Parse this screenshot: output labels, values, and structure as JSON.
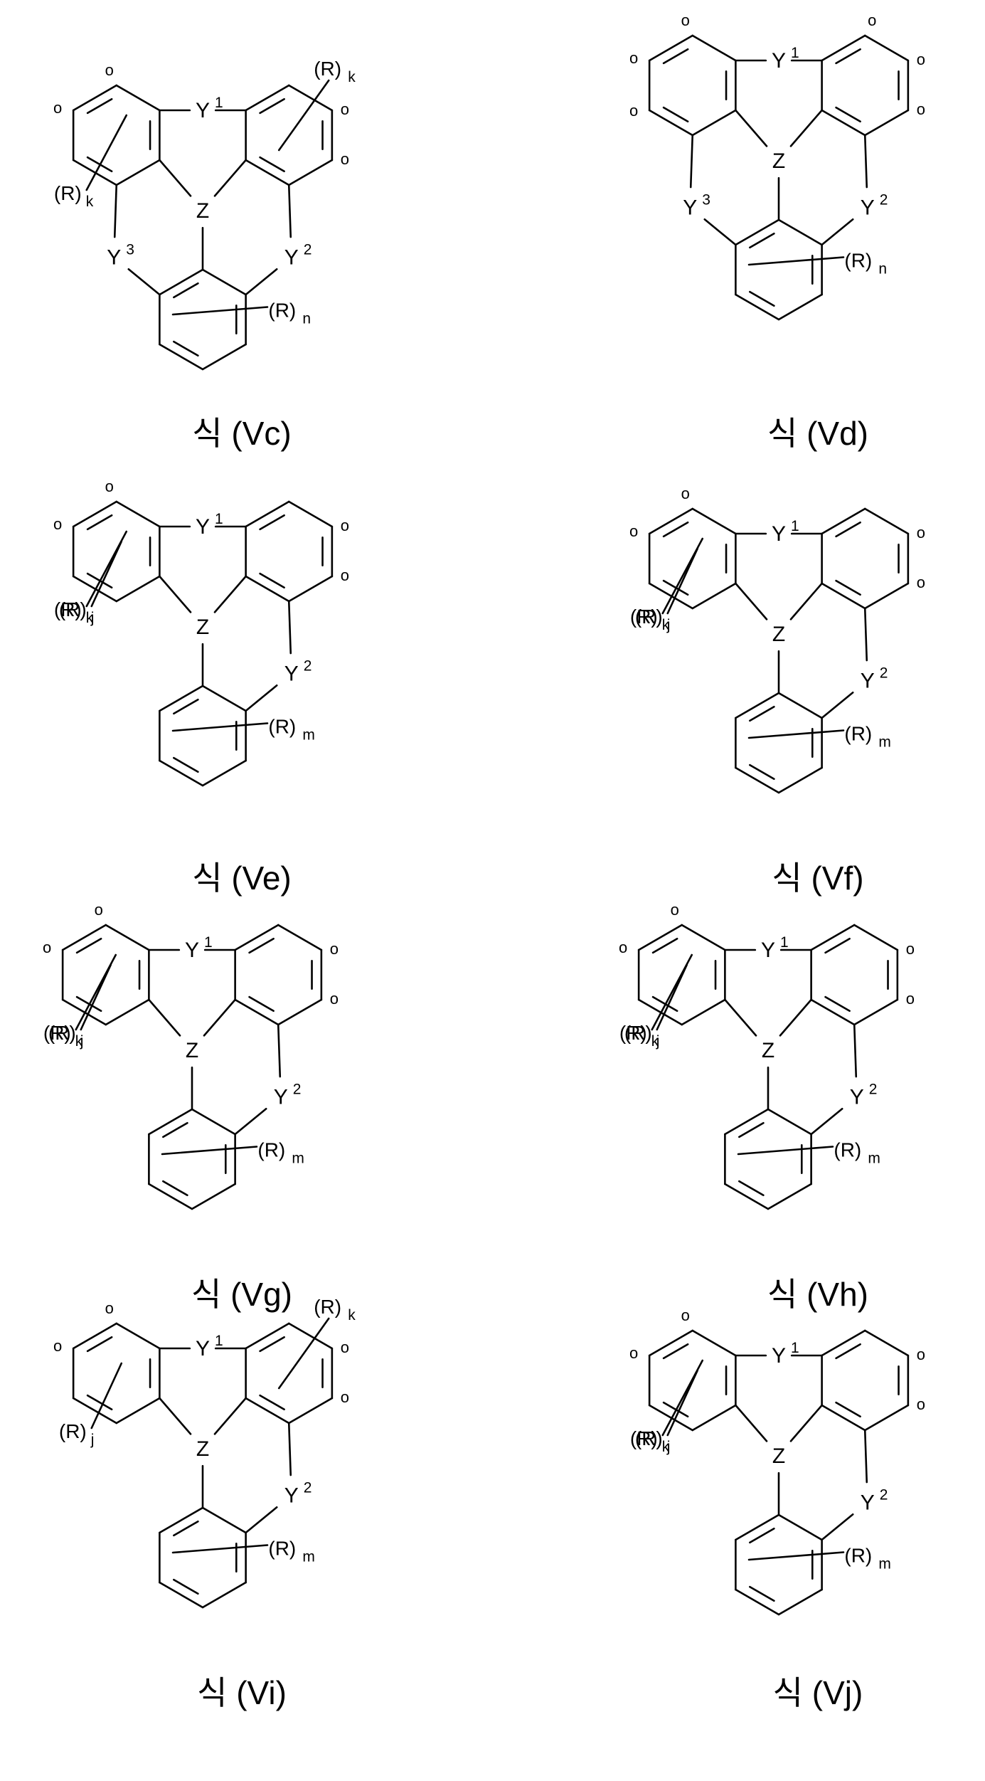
{
  "caption_prefix": "식",
  "structures": [
    {
      "label": "(Vc)",
      "atoms": {
        "y1": "Y",
        "y1_sup": "1",
        "y2": "Y",
        "y2_sup": "2",
        "y3": "Y",
        "y3_sup": "3",
        "z": "Z"
      },
      "substituents": [
        {
          "text": "(R)",
          "sub": "k"
        },
        {
          "text": "(R)",
          "sub": "k"
        },
        {
          "text": "(R)",
          "sub": "n"
        }
      ],
      "open_positions": [
        "o",
        "o",
        "o",
        "o"
      ]
    },
    {
      "label": "(Vd)",
      "atoms": {
        "y1": "Y",
        "y1_sup": "1",
        "y2": "Y",
        "y2_sup": "2",
        "y3": "Y",
        "y3_sup": "3",
        "z": "Z"
      },
      "substituents": [
        {
          "text": "(R)",
          "sub": "n"
        }
      ],
      "open_positions": [
        "o",
        "o",
        "o",
        "o",
        "o",
        "o"
      ]
    },
    {
      "label": "(Ve)",
      "atoms": {
        "y1": "Y",
        "y1_sup": "1",
        "y2": "Y",
        "y2_sup": "2",
        "z": "Z"
      },
      "substituents": [
        {
          "text": "(R)",
          "sub": "j"
        },
        {
          "text": "(R)",
          "sub": "k"
        },
        {
          "text": "(R)",
          "sub": "m"
        }
      ],
      "open_positions": [
        "o",
        "o",
        "o",
        "o"
      ]
    },
    {
      "label": "(Vf)",
      "atoms": {
        "y1": "Y",
        "y1_sup": "1",
        "y2": "Y",
        "y2_sup": "2",
        "z": "Z"
      },
      "substituents": [
        {
          "text": "(R)",
          "sub": "j"
        },
        {
          "text": "(R)",
          "sub": "k"
        },
        {
          "text": "(R)",
          "sub": "m"
        }
      ],
      "open_positions": [
        "o",
        "o",
        "o",
        "o"
      ]
    },
    {
      "label": "(Vg)",
      "atoms": {
        "y1": "Y",
        "y1_sup": "1",
        "y2": "Y",
        "y2_sup": "2",
        "z": "Z"
      },
      "substituents": [
        {
          "text": "(R)",
          "sub": "j"
        },
        {
          "text": "(R)",
          "sub": "k"
        },
        {
          "text": "(R)",
          "sub": "m"
        }
      ],
      "open_positions": [
        "o",
        "o",
        "o",
        "o"
      ]
    },
    {
      "label": "(Vh)",
      "atoms": {
        "y1": "Y",
        "y1_sup": "1",
        "y2": "Y",
        "y2_sup": "2",
        "z": "Z"
      },
      "substituents": [
        {
          "text": "(R)",
          "sub": "j"
        },
        {
          "text": "(R)",
          "sub": "k"
        },
        {
          "text": "(R)",
          "sub": "m"
        }
      ],
      "open_positions": [
        "o",
        "o",
        "o",
        "o"
      ]
    },
    {
      "label": "(Vi)",
      "atoms": {
        "y1": "Y",
        "y1_sup": "1",
        "y2": "Y",
        "y2_sup": "2",
        "z": "Z"
      },
      "substituents": [
        {
          "text": "(R)",
          "sub": "k"
        },
        {
          "text": "(R)",
          "sub": "j"
        },
        {
          "text": "(R)",
          "sub": "m"
        }
      ],
      "open_positions": [
        "o",
        "o",
        "o",
        "o"
      ]
    },
    {
      "label": "(Vj)",
      "atoms": {
        "y1": "Y",
        "y1_sup": "1",
        "y2": "Y",
        "y2_sup": "2",
        "z": "Z"
      },
      "substituents": [
        {
          "text": "(R)",
          "sub": "j"
        },
        {
          "text": "(R)",
          "sub": "k"
        },
        {
          "text": "(R)",
          "sub": "m"
        }
      ],
      "open_positions": [
        "o",
        "o",
        "o",
        "o"
      ]
    }
  ]
}
